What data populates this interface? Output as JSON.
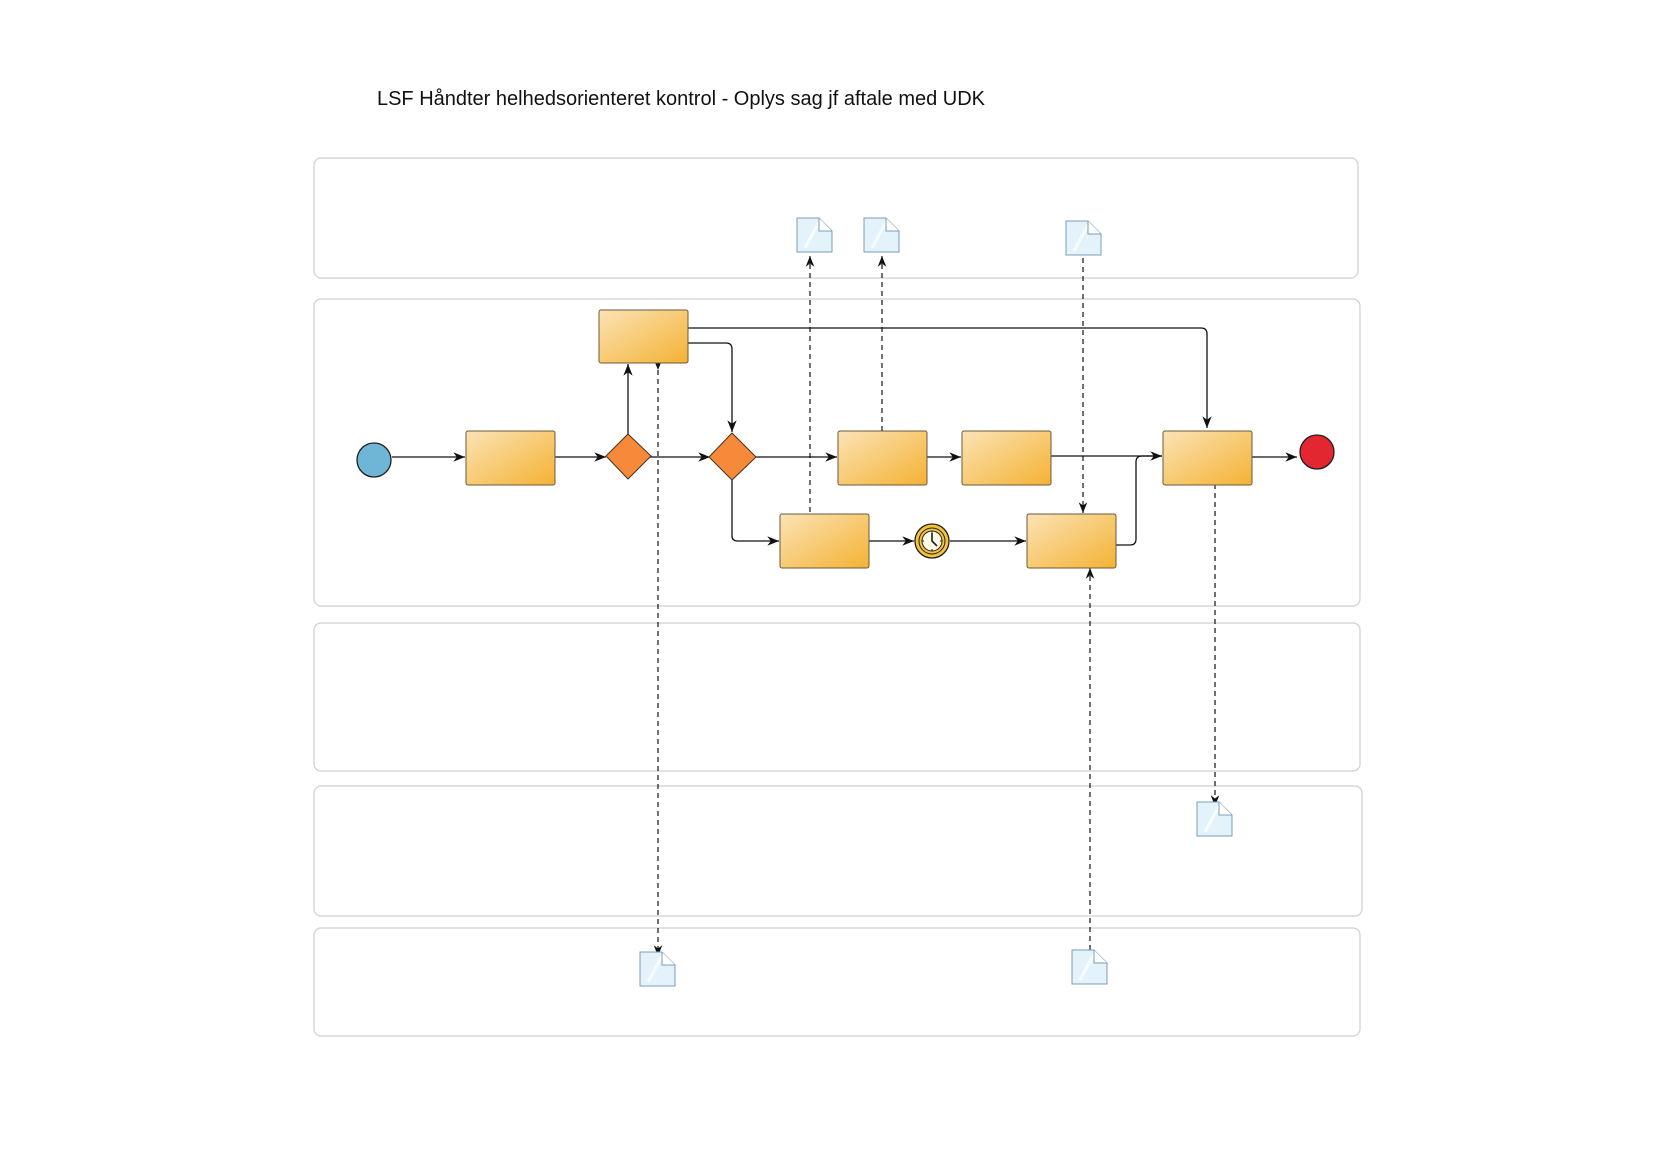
{
  "title": "LSF Håndter helhedsorienteret kontrol - Oplys sag jf aftale med UDK",
  "colors": {
    "task_light": "#fbe3b6",
    "task_dark": "#f4b233",
    "task_border": "#6b5a3a",
    "gateway": "#f7893a",
    "start_event": "#6fb6d6",
    "end_event": "#e3262f",
    "timer": "#f6c43a",
    "lane_border": "#cfcfcf",
    "document_fill": "#e4f2fb"
  },
  "icons": {
    "start": "start-event-circle",
    "end": "end-event-circle",
    "gateway": "exclusive-gateway-diamond",
    "timer": "timer-clock-icon",
    "document": "document-icon"
  }
}
